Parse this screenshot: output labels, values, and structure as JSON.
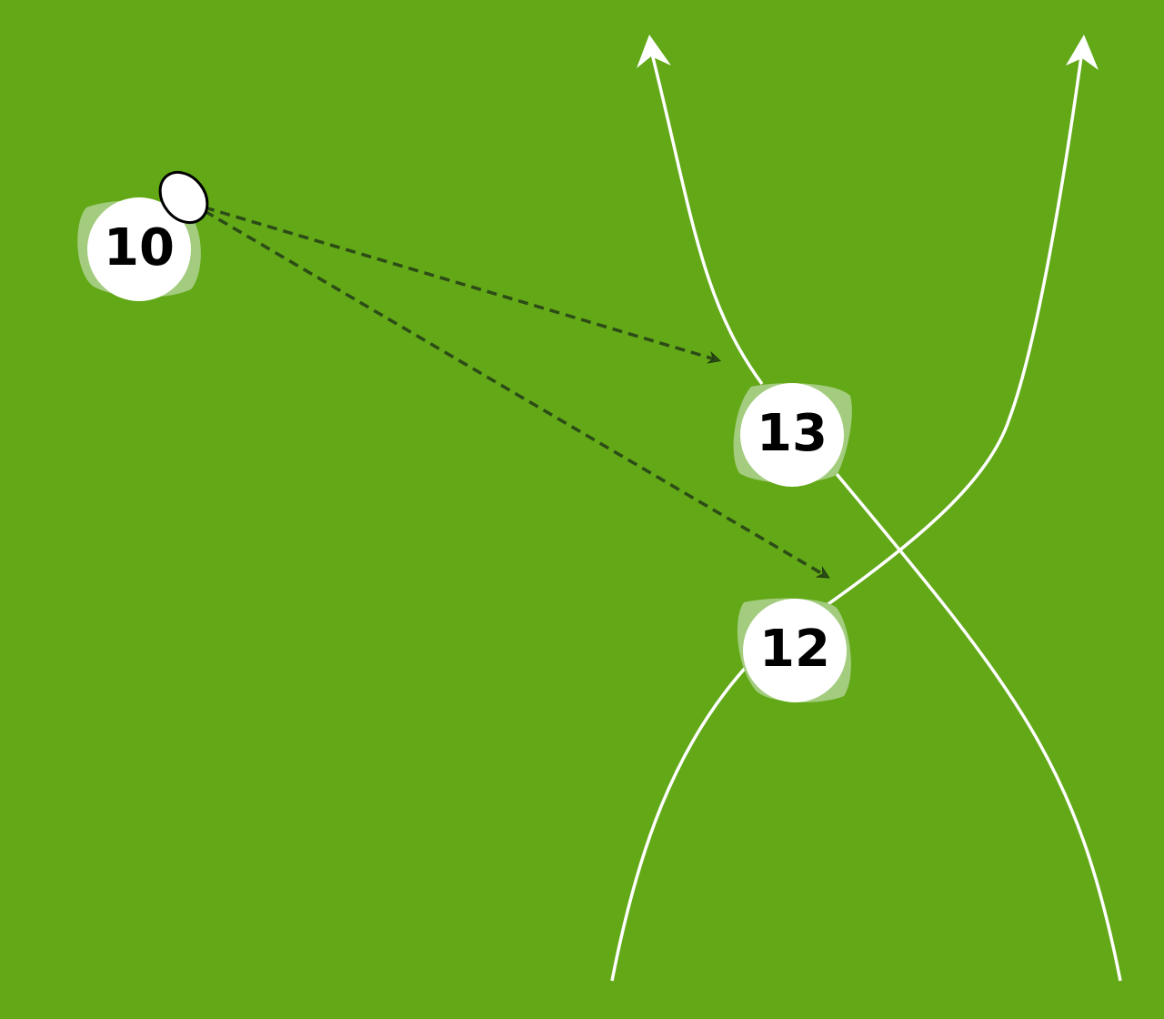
{
  "diagram": {
    "colors": {
      "pitch": "#62a817",
      "run_line": "#ffffff",
      "pass_line": "#2c4b16",
      "player_fill": "#ffffff",
      "player_shadow": "#a3cc7e",
      "ball_fill": "#ffffff",
      "ball_stroke": "#000000"
    },
    "players": [
      {
        "id": "p10",
        "number": "10"
      },
      {
        "id": "p13",
        "number": "13"
      },
      {
        "id": "p12",
        "number": "12"
      }
    ],
    "ball": {
      "held_by": "10",
      "icon": "rugby-ball-icon"
    },
    "passes": [
      {
        "from": "10",
        "to": "13",
        "style": "dashed"
      },
      {
        "from": "10",
        "to": "12",
        "style": "dashed"
      }
    ],
    "runs": [
      {
        "player": "13",
        "style": "solid",
        "arrow": "top"
      },
      {
        "player": "12",
        "style": "solid",
        "arrow": "top"
      }
    ]
  }
}
